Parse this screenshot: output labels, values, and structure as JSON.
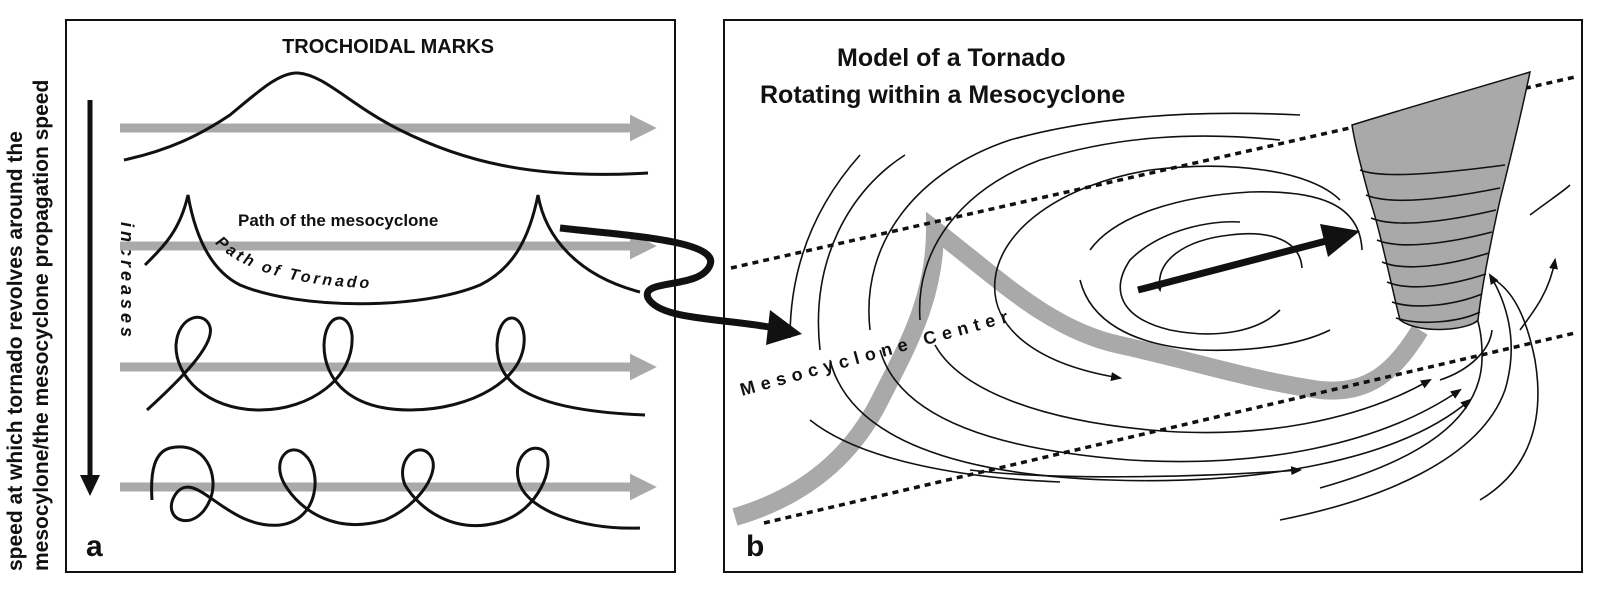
{
  "side_label": {
    "line1": "speed at which tornado revolves around the",
    "line2": "mesocylone/the mesocyclone propagation speed"
  },
  "panel_a": {
    "title": "TROCHOIDAL MARKS",
    "arrow_label": "increases",
    "mesocyclone_path_label": "Path of the mesocyclone",
    "tornado_path_label": "Path of Tornado",
    "letter": "a"
  },
  "panel_b": {
    "title_line1": "Model of a Tornado",
    "title_line2": "Rotating within a Mesocyclone",
    "center_label": "Mesocyclone Center",
    "letter": "b"
  },
  "colors": {
    "ink": "#111111",
    "gray": "#a9a9a9"
  }
}
